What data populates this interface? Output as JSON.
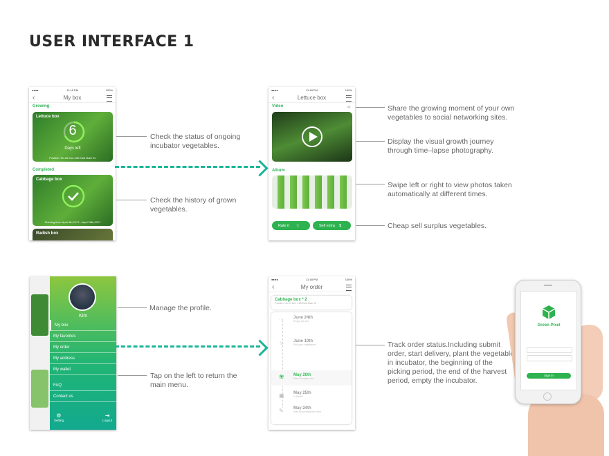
{
  "title": "USER INTERFACE 1",
  "status": {
    "time": "11:18 PM",
    "battery": "100%"
  },
  "screen1": {
    "nav_title": "My box",
    "growing_label": "Growing",
    "lettuce_title": "Lettuce box",
    "days_number": "6",
    "days_label": "Days left",
    "lettuce_position": "Position: No.26 box-128 East Main St.",
    "completed_label": "Completed",
    "cabbage_title": "Cabbage box",
    "cabbage_planting": "Planting time: April 4th,2017—April 28th,2017",
    "radish_title": "Radish box"
  },
  "screen2": {
    "nav_title": "Lettuce box",
    "video_label": "Video",
    "album_label": "Album",
    "rate_label": "Rate it",
    "sell_label": "Sell extra"
  },
  "screen3": {
    "user_name": "Kim",
    "menu": [
      "My box",
      "My favorites",
      "My order",
      "My address",
      "My wallet"
    ],
    "menu2": [
      "FAQ",
      "Contact us"
    ],
    "setting_label": "Setting",
    "logout_label": "Logout"
  },
  "screen4": {
    "nav_title": "My order",
    "order_title": "Cabbage box * 2",
    "order_position": "Position: No.97 Box -128 East Main St.",
    "steps": [
      {
        "date": "June 24th",
        "sub": "Empty the box"
      },
      {
        "date": "June 10th",
        "sub": "Pick your vegetables"
      },
      {
        "date": "May 26th",
        "sub": "Start incubator box"
      },
      {
        "date": "May 25th",
        "sub": "In transit"
      },
      {
        "date": "May 24th",
        "sub": "Start processing the order"
      }
    ]
  },
  "green_phone": {
    "brand": "Green Pixel",
    "signin_label": "Sign in"
  },
  "annotations": {
    "check_status": "Check the status of ongoing incubator vegetables.",
    "check_history": "Check the history of grown vegetables.",
    "share": "Share the growing moment of your own vegetables to social networking sites.",
    "display": "Display  the visual growth journey through time–lapse photography.",
    "swipe": "Swipe left or right to view photos taken automatically at different times.",
    "sell": "Cheap sell surplus vegetables.",
    "profile": "Manage the profile.",
    "tap": "Tap on the left to return the main menu.",
    "track": "Track order status.Including submit order, start delivery, plant the vegetable in incubator, the beginning of the picking period, the end of the harvest period, empty the incubator."
  },
  "colors": {
    "green": "#2db24f",
    "teal": "#18b596"
  }
}
